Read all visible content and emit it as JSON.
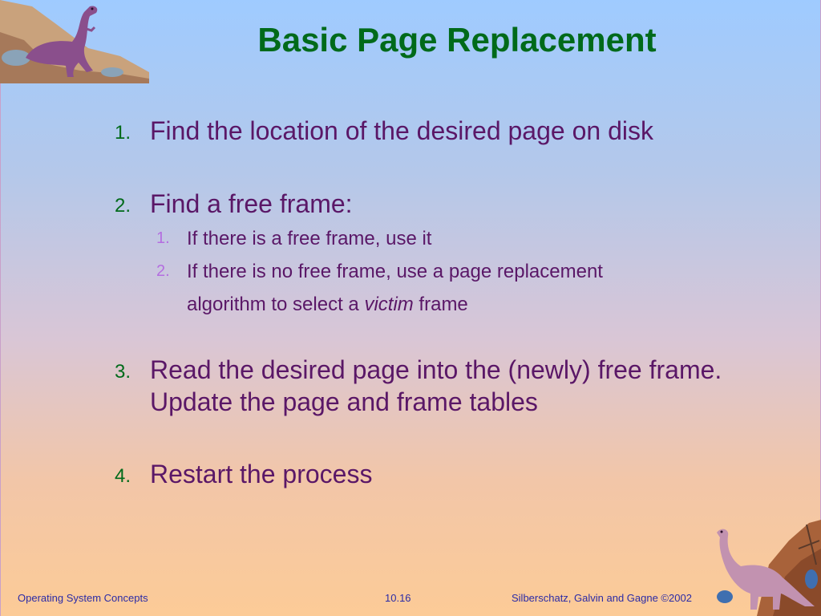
{
  "slide": {
    "title": "Basic Page Replacement",
    "steps": [
      {
        "number": "1.",
        "text": "Find the location of the desired page on disk"
      },
      {
        "number": "2.",
        "text": "Find a free frame:"
      },
      {
        "number": "3.",
        "line1": "Read the desired page into the (newly) free frame.",
        "line2": "Update the page and frame tables"
      },
      {
        "number": "4.",
        "text": "Restart the process"
      }
    ],
    "substeps": [
      {
        "number": "1.",
        "text": "If there is a free frame, use it"
      },
      {
        "number": "2.",
        "line1": "If there is no free frame, use a page replacement",
        "line2_prefix": "algorithm to select a ",
        "line2_emphasis": "victim",
        "line2_suffix": " frame"
      }
    ]
  },
  "footer": {
    "course": "Operating System Concepts",
    "page": "10.16",
    "authors": "Silberschatz, Galvin and  Gagne ©2002"
  },
  "colors": {
    "title": "#006a1a",
    "body_text": "#5a1767",
    "number_primary": "#006a1a",
    "number_secondary": "#b46ee0",
    "footer_text": "#2b2ba6"
  },
  "decorations": {
    "top_left": "t-rex-on-rock-icon",
    "bottom_right": "brontosaurus-on-rock-icon"
  }
}
